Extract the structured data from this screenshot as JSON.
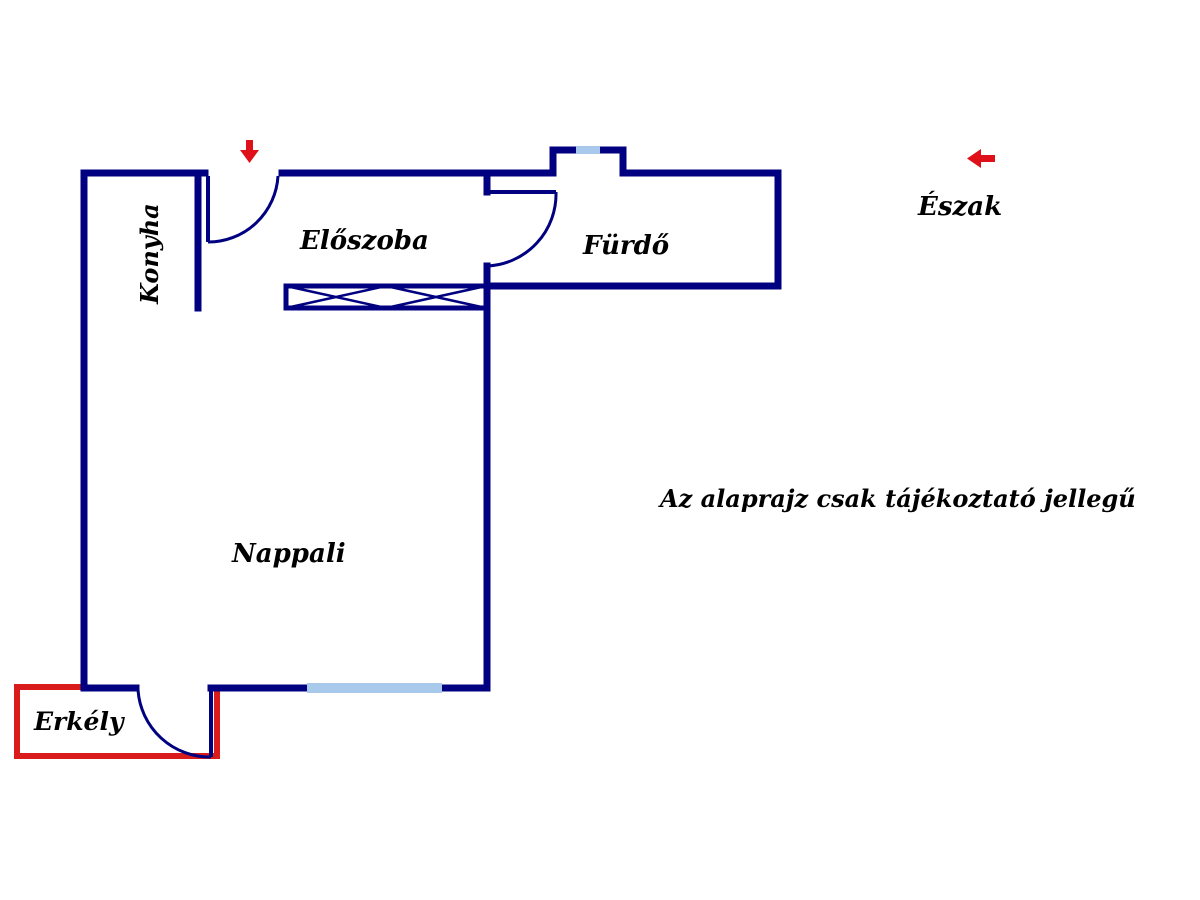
{
  "colors": {
    "wall": "#000080",
    "window": "#a9c9ec",
    "balcony": "#d91b1b",
    "arrow": "#e0101a",
    "text": "#000000"
  },
  "rooms": {
    "konyha": "Konyha",
    "eloszoba": "Előszoba",
    "furdo": "Fürdő",
    "nappali": "Nappali",
    "erkely": "Erkély"
  },
  "compass": {
    "label": "Észak",
    "icon": "arrow-left-icon"
  },
  "entrance": {
    "icon": "arrow-down-icon"
  },
  "note": "Az alaprajz csak tájékoztató jellegű"
}
